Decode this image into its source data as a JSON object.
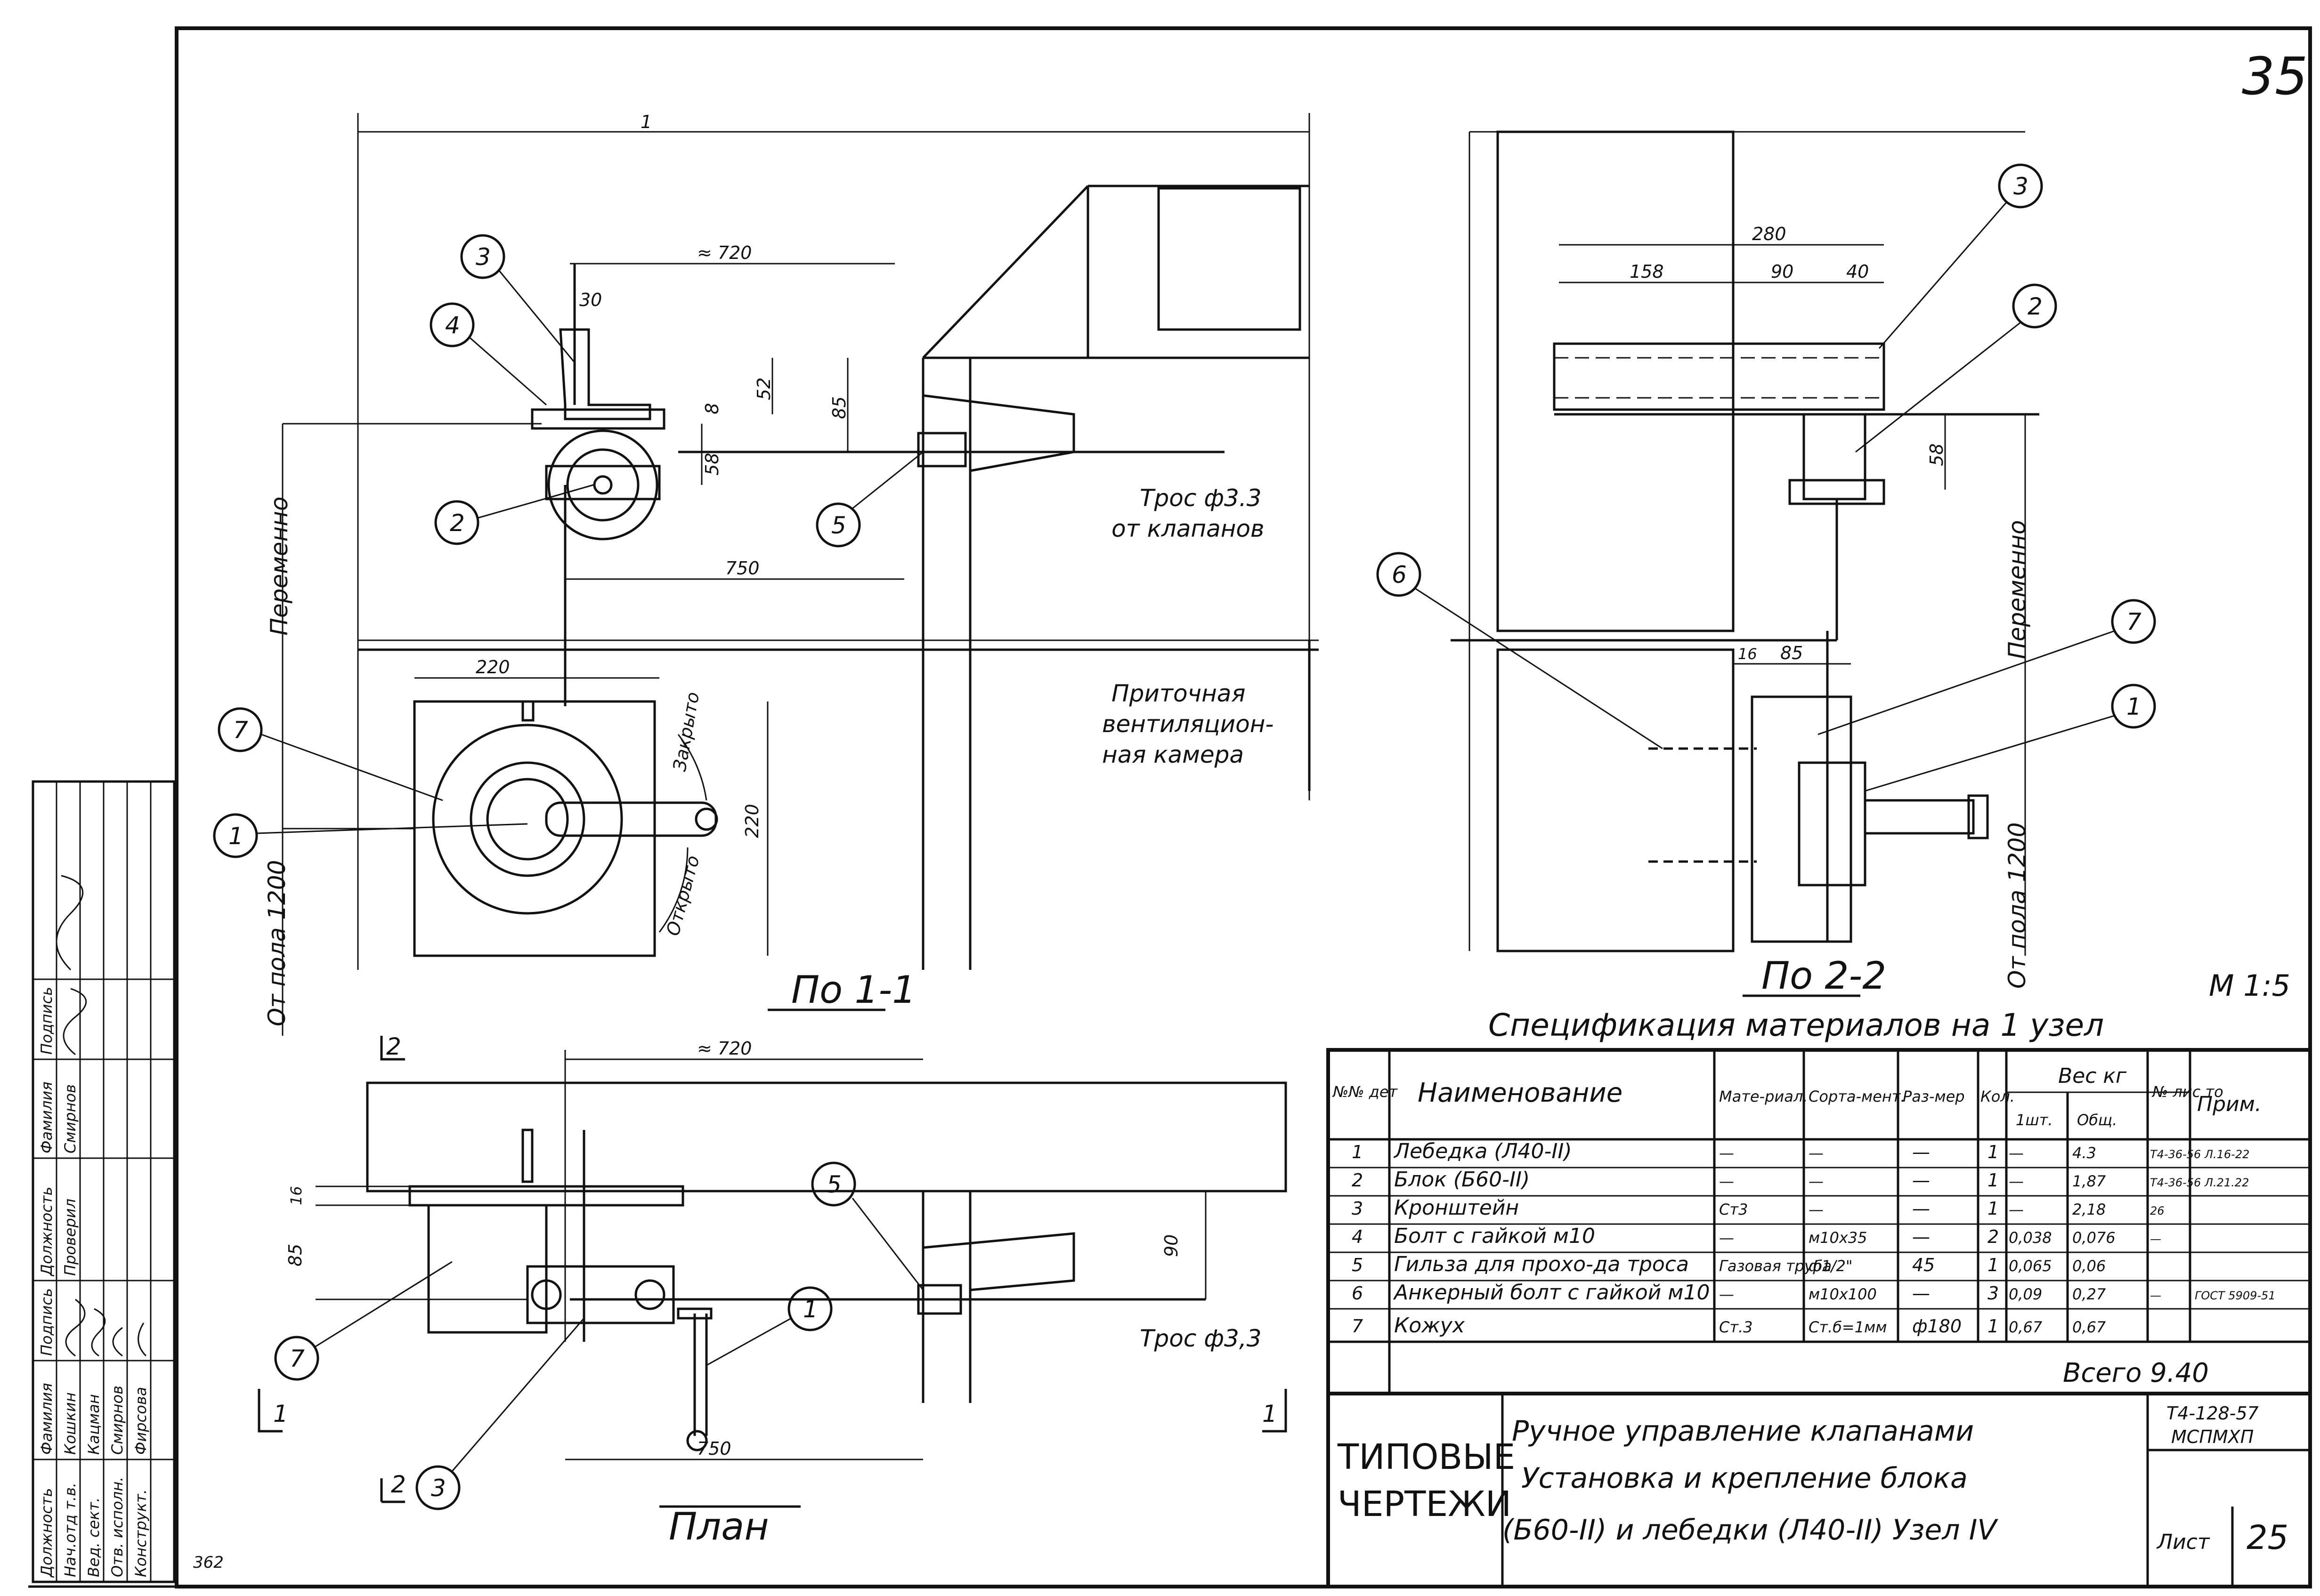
{
  "sheet": {
    "page_number": "35",
    "scale": "М 1:5",
    "view_1": "По 1-1",
    "view_2": "По 2-2",
    "view_plan": "План",
    "label_peremenno": "Переменно",
    "label_ot_pola_left": "От пола 1200",
    "label_ot_pola_right": "От пола 1200",
    "label_tros_upper": "Трос ф3.3",
    "label_ot_klapanov": "от клапанов",
    "label_tros_plan": "Трос ф3,3",
    "label_chamber_1": "Приточная",
    "label_chamber_2": "вентиляцион-",
    "label_chamber_3": "ная камера",
    "label_zakryto": "Закрыто",
    "label_otkryto": "Открыто",
    "section_mark_2": "2",
    "section_mark_1": "1",
    "stamp_code": "362"
  },
  "dims": {
    "d1": "1",
    "d720_top": "≈ 720",
    "d30": "30",
    "d52": "52",
    "d85": "85",
    "d8": "8",
    "d58": "58",
    "d750_top": "750",
    "d220_h": "220",
    "d220_v": "220",
    "d280": "280",
    "d158": "158",
    "d90_r": "90",
    "d40": "40",
    "d58_r": "58",
    "d16_r": "16",
    "d85_r": "85",
    "d720_plan": "≈ 720",
    "d16_plan": "16",
    "d85_plan": "85",
    "d90_plan": "90",
    "d750_plan": "750"
  },
  "callouts": [
    "1",
    "2",
    "3",
    "4",
    "5",
    "6",
    "7"
  ],
  "spec": {
    "title": "Спецификация материалов на 1 узел",
    "headers": {
      "num": "№№ дет",
      "name": "Наименование",
      "material": "Мате-риал.",
      "assortment": "Сорта-мент.",
      "size": "Раз-мер",
      "qty": "Кол.",
      "weight": "Вес кг",
      "w_unit": "1шт.",
      "w_total": "Общ.",
      "sheet": "№ лис то",
      "note": "Прим."
    },
    "rows": [
      {
        "num": "1",
        "name": "Лебедка (Л40-II)",
        "material": "—",
        "assortment": "—",
        "size": "—",
        "qty": "1",
        "w_unit": "—",
        "w_total": "4.3",
        "sheet": "Т4-36-56 Л.16-22",
        "note": ""
      },
      {
        "num": "2",
        "name": "Блок (Б60-II)",
        "material": "—",
        "assortment": "—",
        "size": "—",
        "qty": "1",
        "w_unit": "—",
        "w_total": "1,87",
        "sheet": "Т4-36-56 Л.21.22",
        "note": ""
      },
      {
        "num": "3",
        "name": "Кронштейн",
        "material": "Ст3",
        "assortment": "—",
        "size": "—",
        "qty": "1",
        "w_unit": "—",
        "w_total": "2,18",
        "sheet": "26",
        "note": ""
      },
      {
        "num": "4",
        "name": "Болт с гайкой м10",
        "material": "—",
        "assortment": "м10х35",
        "size": "—",
        "qty": "2",
        "w_unit": "0,038",
        "w_total": "0,076",
        "sheet": "—",
        "note": ""
      },
      {
        "num": "5",
        "name": "Гильза для прохо-да троса",
        "material": "Газовая труба",
        "assortment": "ф1/2\"",
        "size": "45",
        "qty": "1",
        "w_unit": "0,065",
        "w_total": "0,06",
        "sheet": "",
        "note": ""
      },
      {
        "num": "6",
        "name": "Анкерный болт с гайкой м10",
        "material": "—",
        "assortment": "м10х100",
        "size": "—",
        "qty": "3",
        "w_unit": "0,09",
        "w_total": "0,27",
        "sheet": "—",
        "note": "ГОСТ 5909-51"
      },
      {
        "num": "7",
        "name": "Кожух",
        "material": "Ст.3",
        "assortment": "Ст.б=1мм",
        "size": "ф180",
        "qty": "1",
        "w_unit": "0,67",
        "w_total": "0,67",
        "sheet": "",
        "note": ""
      }
    ],
    "total": "Всего 9.40"
  },
  "title_block": {
    "series_1": "ТИПОВЫЕ",
    "series_2": "ЧЕРТЕЖИ",
    "desc_1": "Ручное управление клапанами",
    "desc_2": "Установка и крепление блока",
    "desc_3": "(Б60-II) и лебедки (Л40-II) Узел IV",
    "code": "Т4-128-57",
    "org": "МСПМХП",
    "sheet_label": "Лист",
    "sheet_num": "25"
  },
  "side_stamp": {
    "headers": [
      "Должность",
      "Фамилия",
      "Подпись",
      "Должность",
      "Фамилия",
      "Подпись"
    ],
    "rows": [
      {
        "role": "Нач.отд т.в.",
        "name": "Кошкин"
      },
      {
        "role": "Вед. сект.",
        "name": "Кацман"
      },
      {
        "role": "Отв. исполн.",
        "name": "Смирнов"
      },
      {
        "role": "Конструкт.",
        "name": "Фирсова"
      }
    ],
    "checker_role": "Проверил",
    "checker_name": "Смирнов"
  }
}
